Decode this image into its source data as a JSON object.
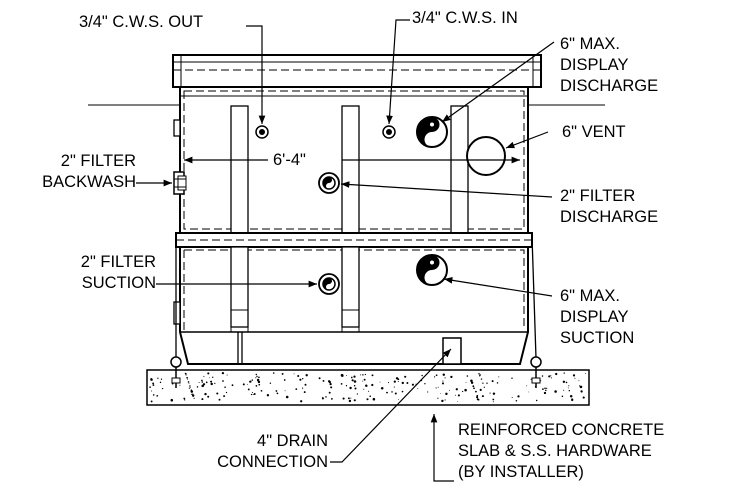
{
  "labels": {
    "cws_out": "3/4\" C.W.S. OUT",
    "cws_in": "3/4\" C.W.S. IN",
    "display_discharge": [
      "6\" MAX.",
      "DISPLAY",
      "DISCHARGE"
    ],
    "vent": "6\" VENT",
    "filter_backwash": [
      "2\" FILTER",
      "BACKWASH"
    ],
    "dimension": "6'-4\"",
    "filter_discharge": [
      "2\" FILTER",
      "DISCHARGE"
    ],
    "filter_suction": [
      "2\" FILTER",
      "SUCTION"
    ],
    "display_suction": [
      "6\" MAX.",
      "DISPLAY",
      "SUCTION"
    ],
    "drain_connection": [
      "4\" DRAIN",
      "CONNECTION"
    ],
    "slab_hardware": [
      "REINFORCED CONCRETE",
      "SLAB & S.S. HARDWARE",
      "(BY INSTALLER)"
    ]
  }
}
